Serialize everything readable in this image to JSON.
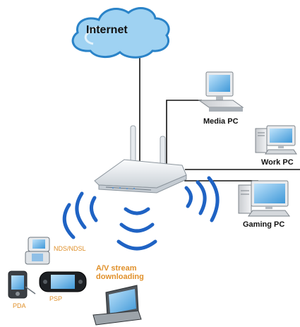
{
  "nodes": {
    "internet": "Internet",
    "media_pc": "Media PC",
    "work_pc": "Work PC",
    "gaming_pc": "Gaming PC",
    "nds": "NDS/NDSL",
    "av_stream": "A/V stream downloading",
    "psp": "PSP",
    "pda": "PDA"
  },
  "colors": {
    "cloud_fill": "#9fd2f2",
    "cloud_outline": "#2a83c8",
    "wireless_wave": "#1f63c4",
    "wired_link": "#111111",
    "device_label": "#e0902a",
    "router_body": "#e9edf0"
  },
  "icons": {
    "cloud": "internet-cloud-icon",
    "router": "wireless-router-icon",
    "desktop": "desktop-pc-icon",
    "laptop": "laptop-icon",
    "handheld": "handheld-console-icon",
    "pda": "pda-icon"
  }
}
